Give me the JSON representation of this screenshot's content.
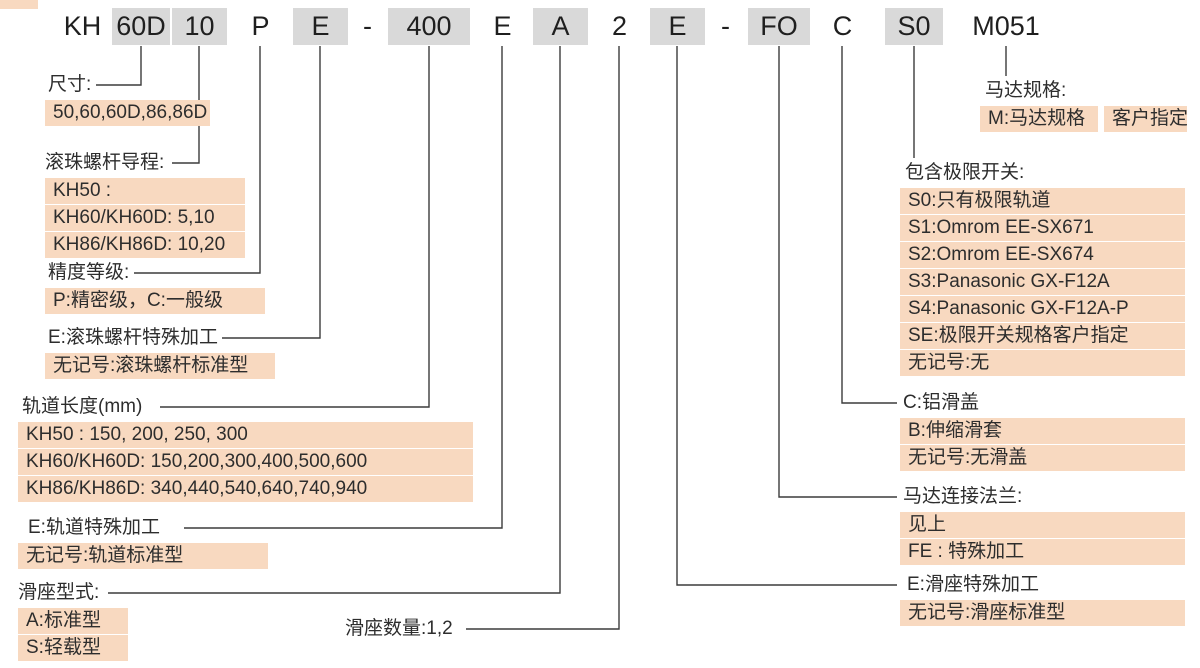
{
  "model_code": {
    "segments": [
      {
        "text": "KH",
        "highlight": false
      },
      {
        "text": "60D",
        "highlight": true
      },
      {
        "text": "10",
        "highlight": true
      },
      {
        "text": "P",
        "highlight": false
      },
      {
        "text": "E",
        "highlight": true
      },
      {
        "text": "-",
        "highlight": false
      },
      {
        "text": "400",
        "highlight": true
      },
      {
        "text": "E",
        "highlight": false
      },
      {
        "text": "A",
        "highlight": true
      },
      {
        "text": "2",
        "highlight": false
      },
      {
        "text": "E",
        "highlight": true
      },
      {
        "text": "-",
        "highlight": false
      },
      {
        "text": "FO",
        "highlight": true
      },
      {
        "text": "C",
        "highlight": false
      },
      {
        "text": "S0",
        "highlight": true
      },
      {
        "text": "M051",
        "highlight": false
      }
    ]
  },
  "left": {
    "size": {
      "title": "尺寸:",
      "items": [
        "50,60,60D,86,86D"
      ]
    },
    "lead": {
      "title": "滚珠螺杆导程:",
      "items": [
        "KH50 :",
        "KH60/KH60D: 5,10",
        "KH86/KH86D: 10,20"
      ]
    },
    "accuracy": {
      "title": "精度等级:",
      "items": [
        "P:精密级，C:一般级"
      ]
    },
    "screw_special": {
      "title": "E:滚珠螺杆特殊加工",
      "items": [
        "无记号:滚珠螺杆标准型"
      ]
    },
    "rail_length": {
      "title": "轨道长度(mm)",
      "items": [
        "KH50 : 150, 200, 250, 300",
        "KH60/KH60D: 150,200,300,400,500,600",
        "KH86/KH86D: 340,440,540,640,740,940"
      ]
    },
    "rail_special": {
      "title": "E:轨道特殊加工",
      "items": [
        "无记号:轨道标准型"
      ]
    },
    "slider_type": {
      "title": "滑座型式:",
      "items": [
        "A:标准型",
        "S:轻载型"
      ]
    },
    "slider_qty": {
      "title": "滑座数量:1,2"
    }
  },
  "right": {
    "motor_spec": {
      "title": "马达规格:",
      "items": [
        "M:马达规格",
        "客户指定"
      ]
    },
    "limit_switch": {
      "title": "包含极限开关:",
      "items": [
        "S0:只有极限轨道",
        "S1:Omrom EE-SX671",
        "S2:Omrom EE-SX674",
        "S3:Panasonic GX-F12A",
        "S4:Panasonic GX-F12A-P",
        "SE:极限开关规格客户指定",
        "无记号:无"
      ]
    },
    "cover": {
      "title": "C:铝滑盖",
      "items": [
        "B:伸缩滑套",
        "无记号:无滑盖"
      ]
    },
    "flange": {
      "title": "马达连接法兰:",
      "items": [
        "见上",
        "FE : 特殊加工"
      ]
    },
    "slider_special": {
      "title": "E:滑座特殊加工",
      "items": [
        "无记号:滑座标准型"
      ]
    }
  },
  "colors": {
    "segment_highlight": "#d9d9d9",
    "annotation_highlight": "#f8d9c0",
    "line": "#3c3c3c",
    "text": "#2d2d2d"
  }
}
